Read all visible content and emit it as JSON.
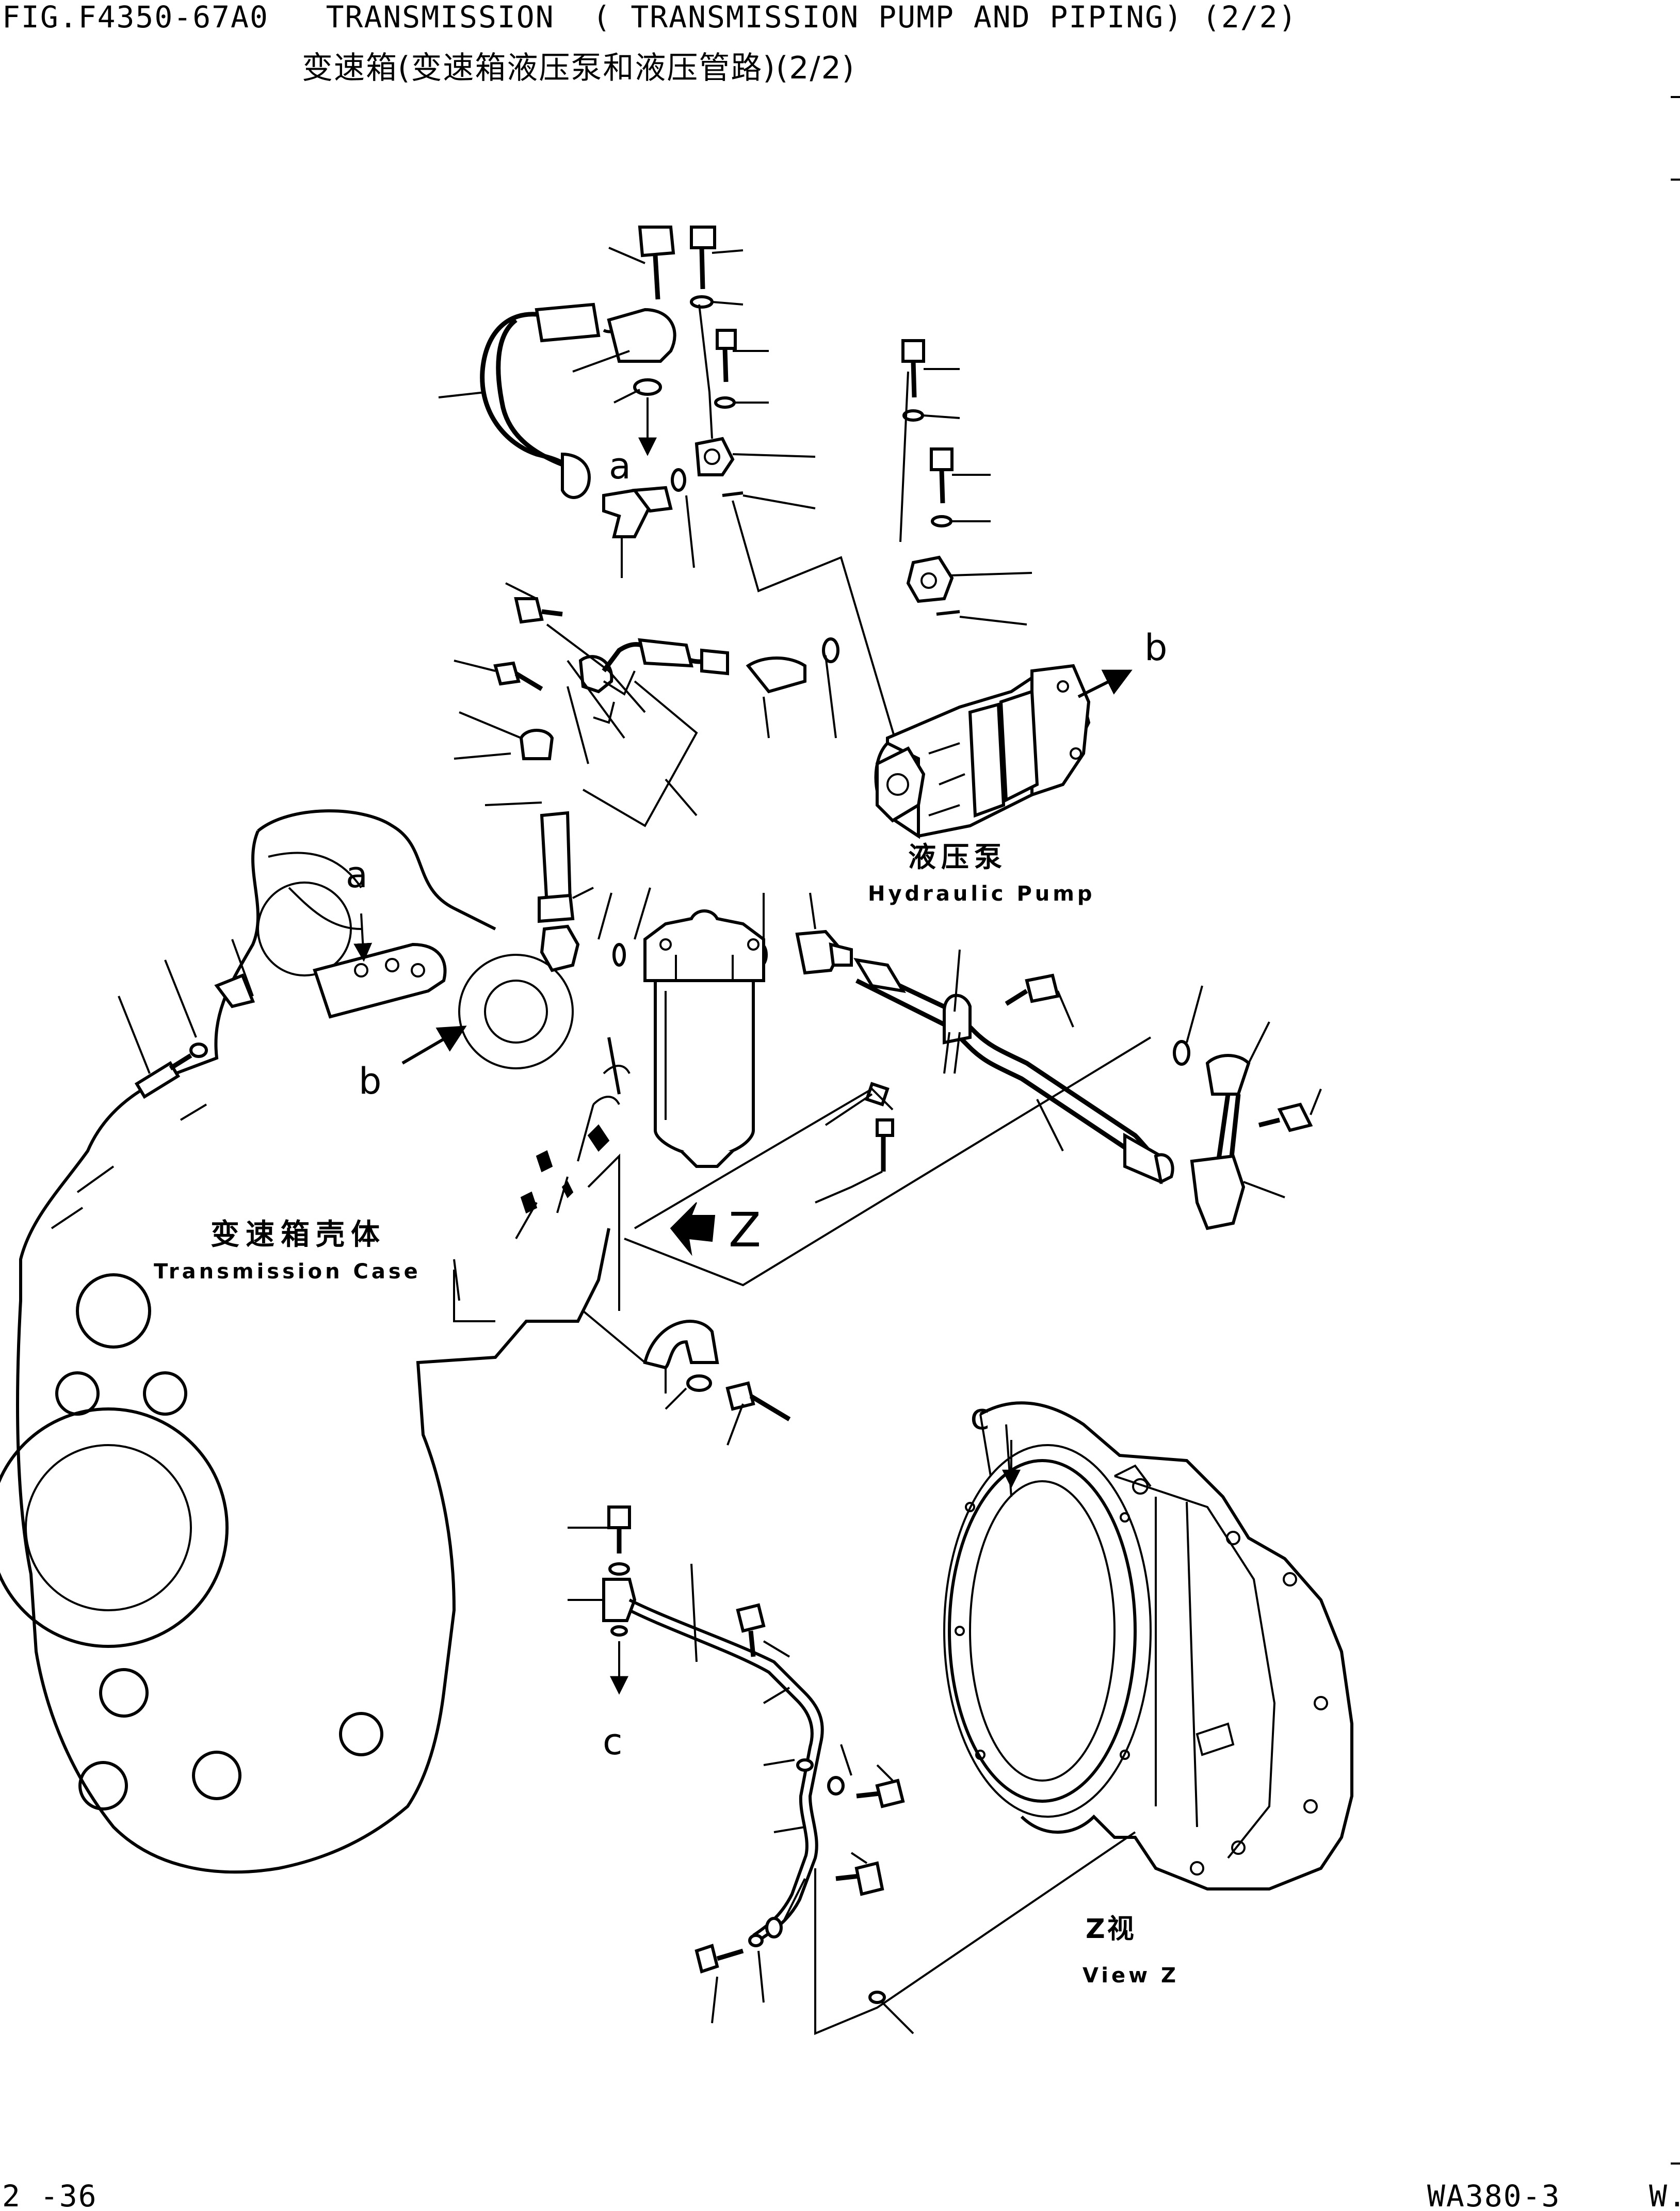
{
  "header": {
    "fig_line": "FIG.F4350-67A0   TRANSMISSION  ( TRANSMISSION PUMP AND PIPING) (2/2)",
    "title_cn": "变速箱(变速箱液压泵和液压管路)(2/2)"
  },
  "labels": {
    "pump_cn": "液压泵",
    "pump_en": "Hydraulic Pump",
    "case_cn": "变速箱壳体",
    "case_en": "Transmission Case",
    "view_cn": "Z视",
    "view_en": "View Z",
    "ref_a": "a",
    "ref_b": "b",
    "ref_c": "c",
    "ref_z": "Z"
  },
  "footer": {
    "page": "2 -36",
    "model": "WA380-3",
    "edge": "W."
  }
}
